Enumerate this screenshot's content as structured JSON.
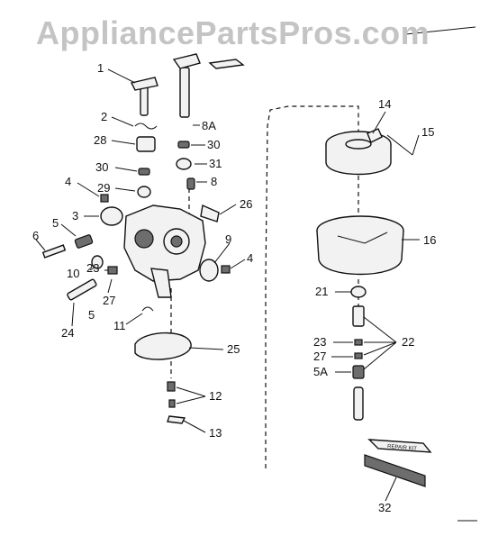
{
  "watermark": "AppliancePartsPros.com",
  "callouts": {
    "c1": "1",
    "c2": "2",
    "c8a": "8A",
    "c28": "28",
    "c30a": "30",
    "c30b": "30",
    "c31": "31",
    "c8": "8",
    "c4a": "4",
    "c29": "29",
    "c26": "26",
    "c3": "3",
    "c5a": "5",
    "c6": "6",
    "c9": "9",
    "c4b": "4",
    "c23a": "23",
    "c10": "10",
    "c27a": "27",
    "c5b": "5",
    "c24": "24",
    "c11": "11",
    "c25": "25",
    "c12": "12",
    "c13": "13",
    "c14": "14",
    "c15": "15",
    "c16": "16",
    "c21": "21",
    "c22": "22",
    "c23b": "23",
    "c27b": "27",
    "c5A": "5A",
    "c32": "32"
  },
  "part_32_label": "REPAIR KIT"
}
